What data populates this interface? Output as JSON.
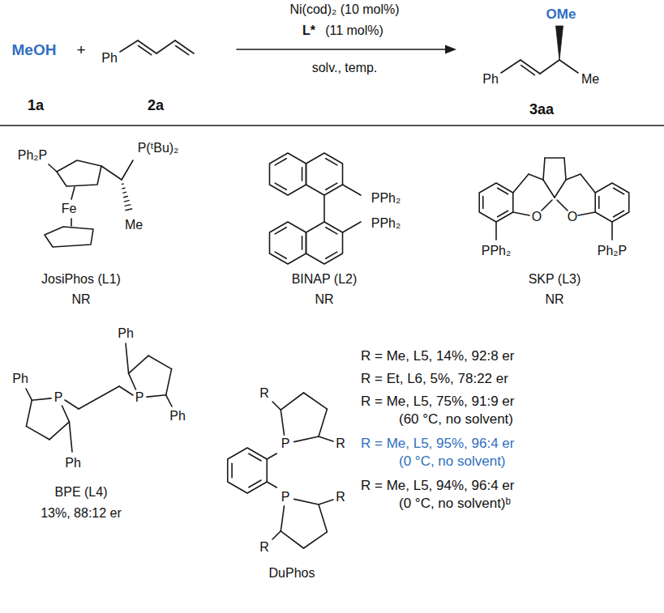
{
  "diagram": {
    "labels": [
      "Ni(cod)₂ (10 mol%)",
      "L*",
      "(11 mol%)",
      "solv., temp.",
      "MeOH",
      "+",
      "Ph",
      "1a",
      "2a",
      "OMe",
      "Ph",
      "Me",
      "3aa",
      "Ph₂P",
      "P(ᵗBu)₂",
      "Fe",
      "Me",
      "JosiPhos (L1)",
      "NR",
      "PPh₂",
      "PPh₂",
      "BINAP (L2)",
      "NR",
      "O",
      "O",
      "PPh₂",
      "Ph₂P",
      "SKP (L3)",
      "NR",
      "Ph",
      "Ph",
      "P",
      "P",
      "Ph",
      "Ph",
      "BPE (L4)",
      "13%, 88:12 er",
      "R",
      "P",
      "R",
      "R",
      "P",
      "R",
      "DuPhos",
      "R = Me, L5, 14%, 92:8 er",
      "R = Et, L6, 5%, 78:22 er",
      "R = Me, L5, 75%, 91:9 er",
      "(60 °C, no solvent)",
      "R = Me, L5, 95%, 96:4 er",
      "(0 °C, no solvent)",
      "R = Me, L5, 94%, 96:4 er",
      "(0 °C, no solvent)ᵇ"
    ]
  }
}
